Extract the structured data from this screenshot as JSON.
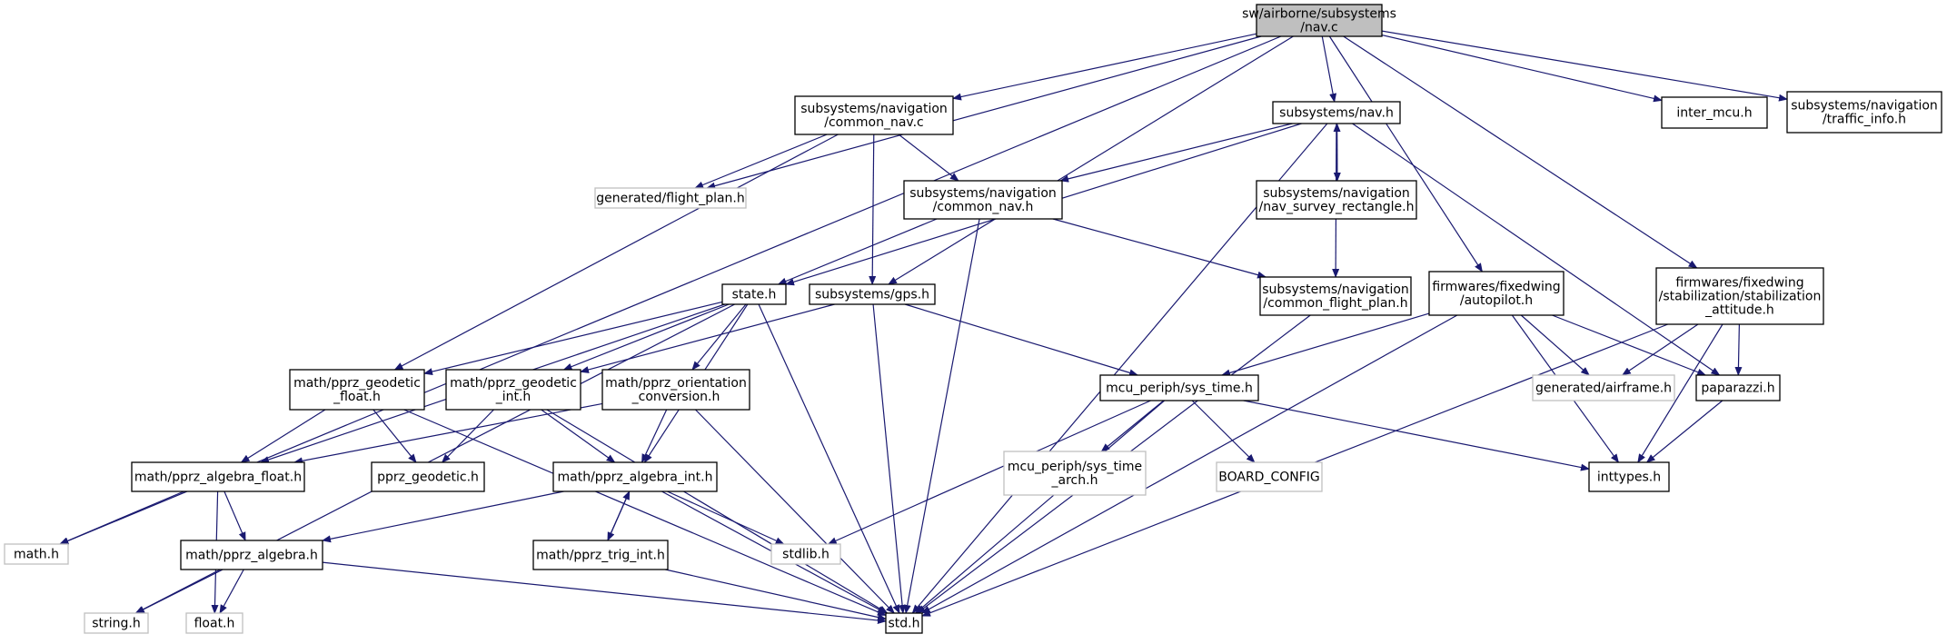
{
  "colors": {
    "edge": "#191970",
    "node_border": "#000000",
    "missing_node_border": "#bfbfbf",
    "root_fill": "#bfbfbf",
    "node_fill": "#ffffff"
  },
  "nodes": [
    {
      "id": "nav_c",
      "lines": [
        "sw/airborne/subsystems",
        "/nav.c"
      ],
      "style": "root"
    },
    {
      "id": "math_h",
      "lines": [
        "math.h"
      ],
      "style": "missing"
    },
    {
      "id": "common_nav_c",
      "lines": [
        "subsystems/navigation",
        "/common_nav.c"
      ],
      "style": "normal"
    },
    {
      "id": "flight_plan_h",
      "lines": [
        "generated/flight_plan.h"
      ],
      "style": "missing"
    },
    {
      "id": "gps_h",
      "lines": [
        "subsystems/gps.h"
      ],
      "style": "normal"
    },
    {
      "id": "nav_h",
      "lines": [
        "subsystems/nav.h"
      ],
      "style": "normal"
    },
    {
      "id": "autopilot_h",
      "lines": [
        "firmwares/fixedwing",
        "/autopilot.h"
      ],
      "style": "normal"
    },
    {
      "id": "stab_att_h",
      "lines": [
        "firmwares/fixedwing",
        "/stabilization/stabilization",
        "_attitude.h"
      ],
      "style": "normal"
    },
    {
      "id": "inter_mcu_h",
      "lines": [
        "inter_mcu.h"
      ],
      "style": "normal"
    },
    {
      "id": "traffic_info_h",
      "lines": [
        "subsystems/navigation",
        "/traffic_info.h"
      ],
      "style": "normal"
    },
    {
      "id": "common_nav_h",
      "lines": [
        "subsystems/navigation",
        "/common_nav.h"
      ],
      "style": "normal"
    },
    {
      "id": "nav_survey_h",
      "lines": [
        "subsystems/navigation",
        "/nav_survey_rectangle.h"
      ],
      "style": "normal"
    },
    {
      "id": "common_fp_h",
      "lines": [
        "subsystems/navigation",
        "/common_flight_plan.h"
      ],
      "style": "normal"
    },
    {
      "id": "state_h",
      "lines": [
        "state.h"
      ],
      "style": "normal"
    },
    {
      "id": "geo_float_h",
      "lines": [
        "math/pprz_geodetic",
        "_float.h"
      ],
      "style": "normal"
    },
    {
      "id": "geo_int_h",
      "lines": [
        "math/pprz_geodetic",
        "_int.h"
      ],
      "style": "normal"
    },
    {
      "id": "orient_h",
      "lines": [
        "math/pprz_orientation",
        "_conversion.h"
      ],
      "style": "normal"
    },
    {
      "id": "sys_time_h",
      "lines": [
        "mcu_periph/sys_time.h"
      ],
      "style": "normal"
    },
    {
      "id": "airframe_h",
      "lines": [
        "generated/airframe.h"
      ],
      "style": "missing"
    },
    {
      "id": "paparazzi_h",
      "lines": [
        "paparazzi.h"
      ],
      "style": "normal"
    },
    {
      "id": "alg_float_h",
      "lines": [
        "math/pprz_algebra_float.h"
      ],
      "style": "normal"
    },
    {
      "id": "pprz_geodetic_h",
      "lines": [
        "pprz_geodetic.h"
      ],
      "style": "normal"
    },
    {
      "id": "alg_int_h",
      "lines": [
        "math/pprz_algebra_int.h"
      ],
      "style": "normal"
    },
    {
      "id": "sys_time_arch_h",
      "lines": [
        "mcu_periph/sys_time",
        "_arch.h"
      ],
      "style": "missing"
    },
    {
      "id": "board_config",
      "lines": [
        "BOARD_CONFIG"
      ],
      "style": "missing"
    },
    {
      "id": "inttypes_h",
      "lines": [
        "inttypes.h"
      ],
      "style": "normal"
    },
    {
      "id": "alg_h",
      "lines": [
        "math/pprz_algebra.h"
      ],
      "style": "normal"
    },
    {
      "id": "trig_int_h",
      "lines": [
        "math/pprz_trig_int.h"
      ],
      "style": "normal"
    },
    {
      "id": "stdlib_h",
      "lines": [
        "stdlib.h"
      ],
      "style": "missing"
    },
    {
      "id": "string_h",
      "lines": [
        "string.h"
      ],
      "style": "missing"
    },
    {
      "id": "float_h",
      "lines": [
        "float.h"
      ],
      "style": "missing"
    },
    {
      "id": "std_h",
      "lines": [
        "std.h"
      ],
      "style": "normal"
    }
  ],
  "edges": [
    [
      "nav_c",
      "math_h"
    ],
    [
      "nav_c",
      "common_nav_c"
    ],
    [
      "nav_c",
      "flight_plan_h"
    ],
    [
      "nav_c",
      "gps_h"
    ],
    [
      "nav_c",
      "nav_h"
    ],
    [
      "nav_c",
      "autopilot_h"
    ],
    [
      "nav_c",
      "stab_att_h"
    ],
    [
      "nav_c",
      "inter_mcu_h"
    ],
    [
      "nav_c",
      "traffic_info_h"
    ],
    [
      "common_nav_c",
      "flight_plan_h"
    ],
    [
      "common_nav_c",
      "common_nav_h"
    ],
    [
      "common_nav_c",
      "gps_h"
    ],
    [
      "common_nav_c",
      "geo_float_h"
    ],
    [
      "nav_h",
      "common_nav_h"
    ],
    [
      "nav_h",
      "nav_survey_h"
    ],
    [
      "nav_h",
      "common_fp_h"
    ],
    [
      "nav_h",
      "state_h"
    ],
    [
      "nav_h",
      "paparazzi_h"
    ],
    [
      "nav_h",
      "std_h"
    ],
    [
      "nav_survey_h",
      "nav_h"
    ],
    [
      "common_nav_h",
      "state_h"
    ],
    [
      "common_nav_h",
      "common_fp_h"
    ],
    [
      "common_nav_h",
      "std_h"
    ],
    [
      "common_fp_h",
      "std_h"
    ],
    [
      "state_h",
      "geo_float_h"
    ],
    [
      "state_h",
      "geo_int_h"
    ],
    [
      "state_h",
      "orient_h"
    ],
    [
      "state_h",
      "alg_float_h"
    ],
    [
      "state_h",
      "alg_int_h"
    ],
    [
      "state_h",
      "string_h"
    ],
    [
      "state_h",
      "std_h"
    ],
    [
      "gps_h",
      "geo_int_h"
    ],
    [
      "gps_h",
      "sys_time_h"
    ],
    [
      "gps_h",
      "std_h"
    ],
    [
      "autopilot_h",
      "sys_time_h"
    ],
    [
      "autopilot_h",
      "airframe_h"
    ],
    [
      "autopilot_h",
      "paparazzi_h"
    ],
    [
      "autopilot_h",
      "inttypes_h"
    ],
    [
      "autopilot_h",
      "std_h"
    ],
    [
      "stab_att_h",
      "airframe_h"
    ],
    [
      "stab_att_h",
      "paparazzi_h"
    ],
    [
      "stab_att_h",
      "inttypes_h"
    ],
    [
      "stab_att_h",
      "std_h"
    ],
    [
      "geo_float_h",
      "alg_float_h"
    ],
    [
      "geo_float_h",
      "pprz_geodetic_h"
    ],
    [
      "geo_float_h",
      "std_h"
    ],
    [
      "geo_int_h",
      "pprz_geodetic_h"
    ],
    [
      "geo_int_h",
      "alg_int_h"
    ],
    [
      "geo_int_h",
      "std_h"
    ],
    [
      "orient_h",
      "alg_float_h"
    ],
    [
      "orient_h",
      "alg_int_h"
    ],
    [
      "orient_h",
      "std_h"
    ],
    [
      "sys_time_h",
      "sys_time_arch_h"
    ],
    [
      "sys_time_h",
      "board_config"
    ],
    [
      "sys_time_h",
      "inttypes_h"
    ],
    [
      "sys_time_h",
      "stdlib_h"
    ],
    [
      "sys_time_h",
      "std_h"
    ],
    [
      "paparazzi_h",
      "inttypes_h"
    ],
    [
      "alg_float_h",
      "math_h"
    ],
    [
      "alg_float_h",
      "alg_h"
    ],
    [
      "alg_float_h",
      "float_h"
    ],
    [
      "alg_int_h",
      "alg_h"
    ],
    [
      "alg_int_h",
      "trig_int_h"
    ],
    [
      "alg_int_h",
      "stdlib_h"
    ],
    [
      "alg_int_h",
      "std_h"
    ],
    [
      "trig_int_h",
      "alg_int_h"
    ],
    [
      "trig_int_h",
      "std_h"
    ],
    [
      "alg_h",
      "string_h"
    ],
    [
      "alg_h",
      "float_h"
    ],
    [
      "alg_h",
      "std_h"
    ]
  ]
}
